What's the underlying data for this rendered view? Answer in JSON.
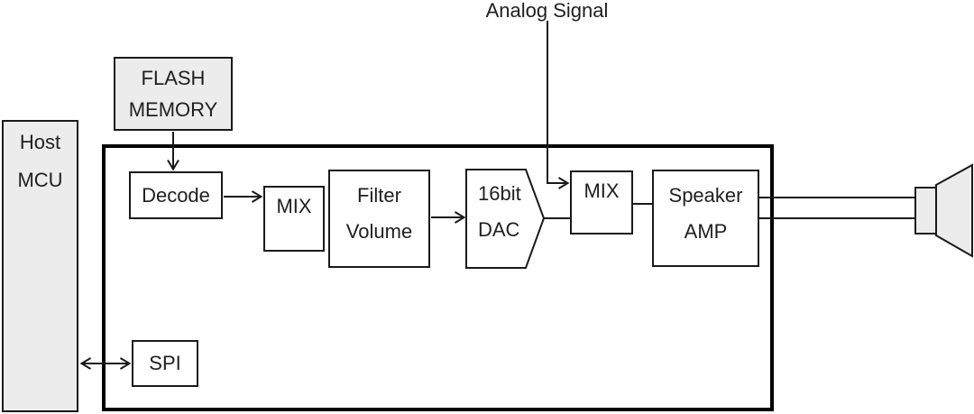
{
  "annotations": {
    "analog_signal": "Analog Signal"
  },
  "blocks": {
    "host_mcu": {
      "line1": "Host",
      "line2": "MCU"
    },
    "flash_memory": {
      "line1": "FLASH",
      "line2": "MEMORY"
    },
    "decode": {
      "label": "Decode"
    },
    "mix_1": {
      "label": "MIX"
    },
    "filter_volume": {
      "line1": "Filter",
      "line2": "Volume"
    },
    "dac": {
      "line1": "16bit",
      "line2": "DAC"
    },
    "mix_2": {
      "label": "MIX"
    },
    "speaker_amp": {
      "line1": "Speaker",
      "line2": "AMP"
    },
    "spi": {
      "label": "SPI"
    }
  },
  "icons": {
    "speaker": "speaker-icon"
  },
  "colors": {
    "background": "#ffffff",
    "block_fill_gray": "#ececec",
    "block_fill_white": "#ffffff",
    "line": "#1a1a1a",
    "boundary_border": "#000000",
    "text": "#1f1f1f"
  }
}
